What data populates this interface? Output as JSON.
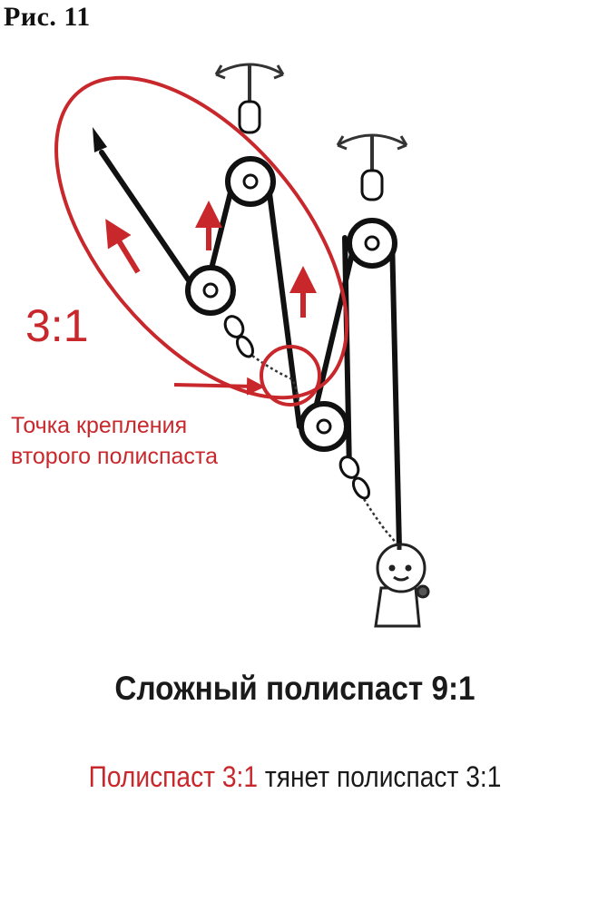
{
  "figure": {
    "label": "Рис. 11",
    "ratio_label": "3:1",
    "attachment_label_line1": "Точка крепления",
    "attachment_label_line2": "второго полиспаста"
  },
  "caption": {
    "title": "Сложный полиспаст 9:1",
    "subtitle_red": "Полиспаст 3:1",
    "subtitle_rest": " тянет полиспаст 3:1"
  },
  "colors": {
    "accent": "#c8282c",
    "ink": "#1a1a1a"
  },
  "icons": [
    "anchor-icon",
    "pulley-icon",
    "arrow-up-icon",
    "person-figure"
  ]
}
